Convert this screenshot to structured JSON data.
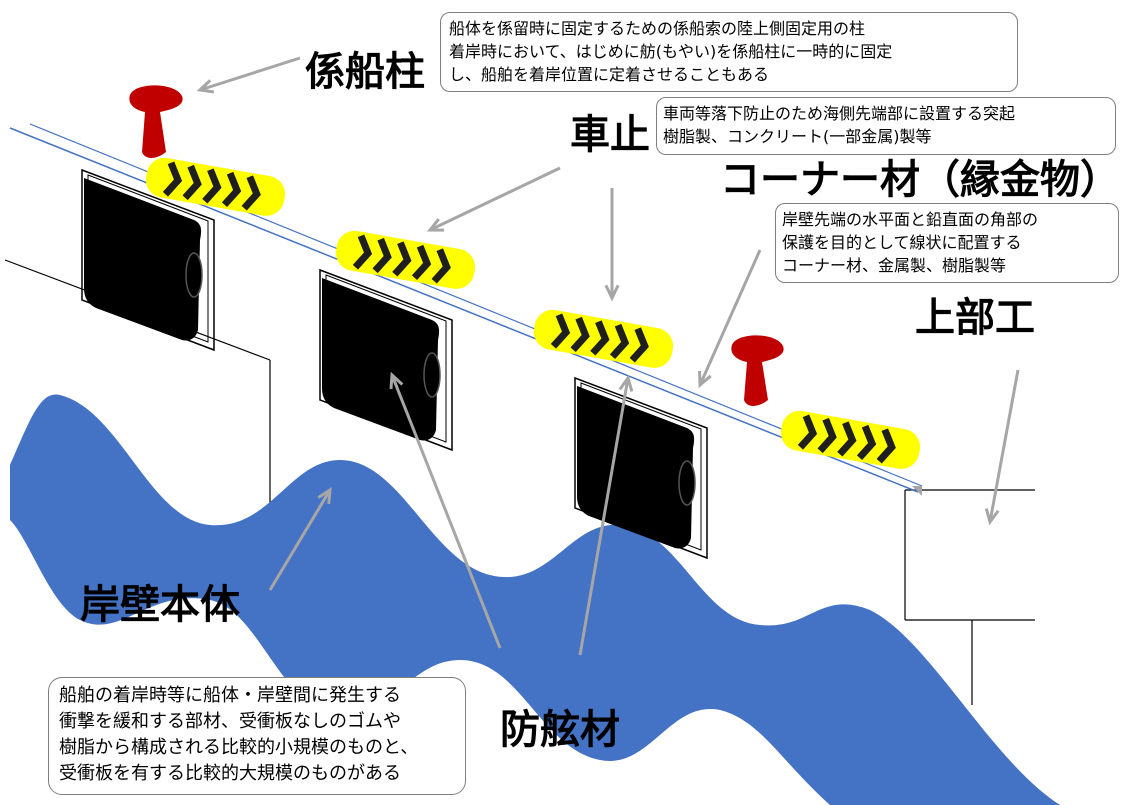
{
  "labels": {
    "bollard": "係船柱",
    "wheel_stop": "車止",
    "corner_material": "コーナー材（縁金物）",
    "superstructure": "上部工",
    "quay_body": "岸壁本体",
    "fender": "防舷材"
  },
  "descriptions": {
    "bollard": [
      "船体を係留時に固定するための係船索の陸上側固定用の柱",
      "着岸時において、はじめに舫(もやい)を係船柱に一時的に固定",
      "し、船舶を着岸位置に定着させることもある"
    ],
    "wheel_stop": [
      "車両等落下防止のため海側先端部に設置する突起",
      "樹脂製、コンクリート(一部金属)製等"
    ],
    "corner_material": [
      "岸壁先端の水平面と鉛直面の角部の",
      "保護を目的として線状に配置する",
      "コーナー材、金属製、樹脂製等"
    ],
    "fender": [
      "船舶の着岸時等に船体・岸壁間に発生する",
      "衝撃を緩和する部材、受衝板なしのゴムや",
      "樹脂から構成される比較的小規模のものと、",
      "受衝板を有する比較的大規模のものがある"
    ]
  },
  "colors": {
    "water": "#4472c4",
    "bollard": "#c00000",
    "wheel_stop_yellow": "#ffff00",
    "wheel_stop_stripe": "#1f1f1f",
    "fender": "#000000",
    "edge_line": "#4472c4",
    "arrow": "#a6a6a6",
    "box_border": "#7f7f7f"
  }
}
